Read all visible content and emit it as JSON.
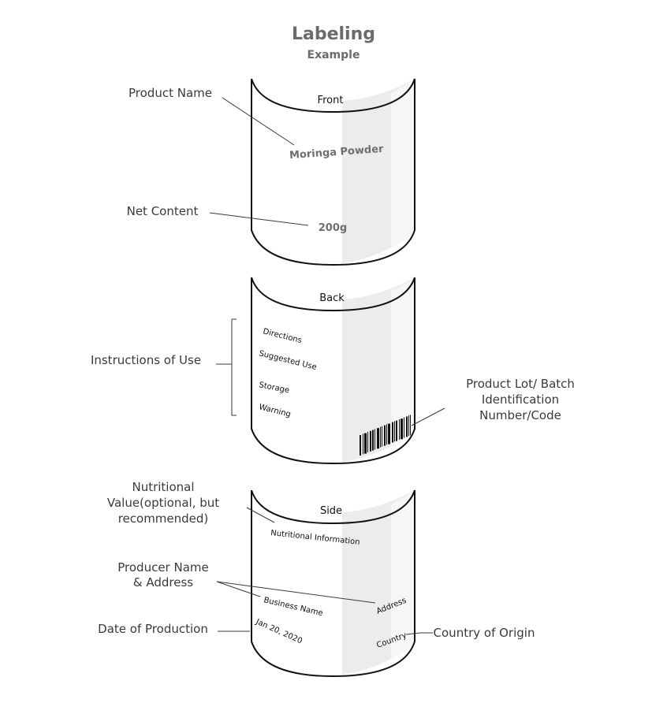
{
  "title": "Labeling",
  "subtitle": "Example",
  "cans": {
    "front": {
      "heading": "Front",
      "product_name": "Moringa Powder",
      "net_content": "200g"
    },
    "back": {
      "heading": "Back",
      "items": [
        "Directions",
        "Suggested Use",
        "Storage",
        "Warning"
      ]
    },
    "side": {
      "heading": "Side",
      "nutritional": "Nutritional Information",
      "business_name": "Business Name",
      "address": "Address",
      "date": "Jan 20, 2020",
      "country": "Country"
    }
  },
  "callouts": {
    "product_name": "Product Name",
    "net_content": "Net Content",
    "instructions": "Instructions of Use",
    "lot": [
      "Product Lot/ Batch",
      "Identification",
      "Number/Code"
    ],
    "nutritional": [
      "Nutritional",
      "Value(optional, but",
      "recommended)"
    ],
    "producer": [
      "Producer Name",
      "& Address"
    ],
    "date": "Date of Production",
    "country": "Country of Origin"
  },
  "colors": {
    "outline": "#111111",
    "shade": "#ececec",
    "callout_text": "#3a3a3a",
    "title": "#6b6b6b"
  }
}
